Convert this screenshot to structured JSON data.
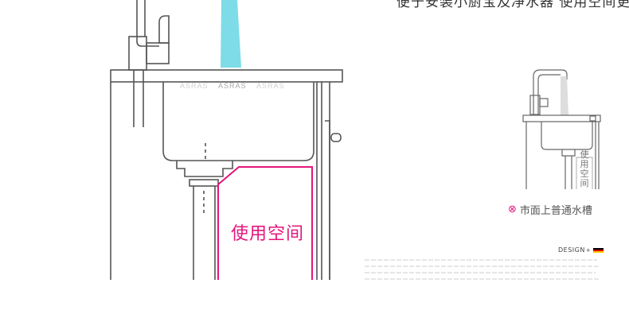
{
  "headline": "便于安装小厨宝及净水器 使用空间更大",
  "main_illustration": {
    "brand_marks": [
      "ASRAS",
      "ASRAS",
      "ASRAS"
    ],
    "space_label": "使用空间"
  },
  "comparison": {
    "small_space_label": "使用空间",
    "cross_symbol": "⊗",
    "caption": "市面上普通水槽"
  },
  "footer": {
    "design_label": "DESIGN",
    "plus": "+"
  },
  "colors": {
    "accent_pink": "#e4157b",
    "water_blue": "#6fd8e6",
    "line": "#555555",
    "flag": [
      "#000000",
      "#dd0000",
      "#ffce00"
    ]
  }
}
